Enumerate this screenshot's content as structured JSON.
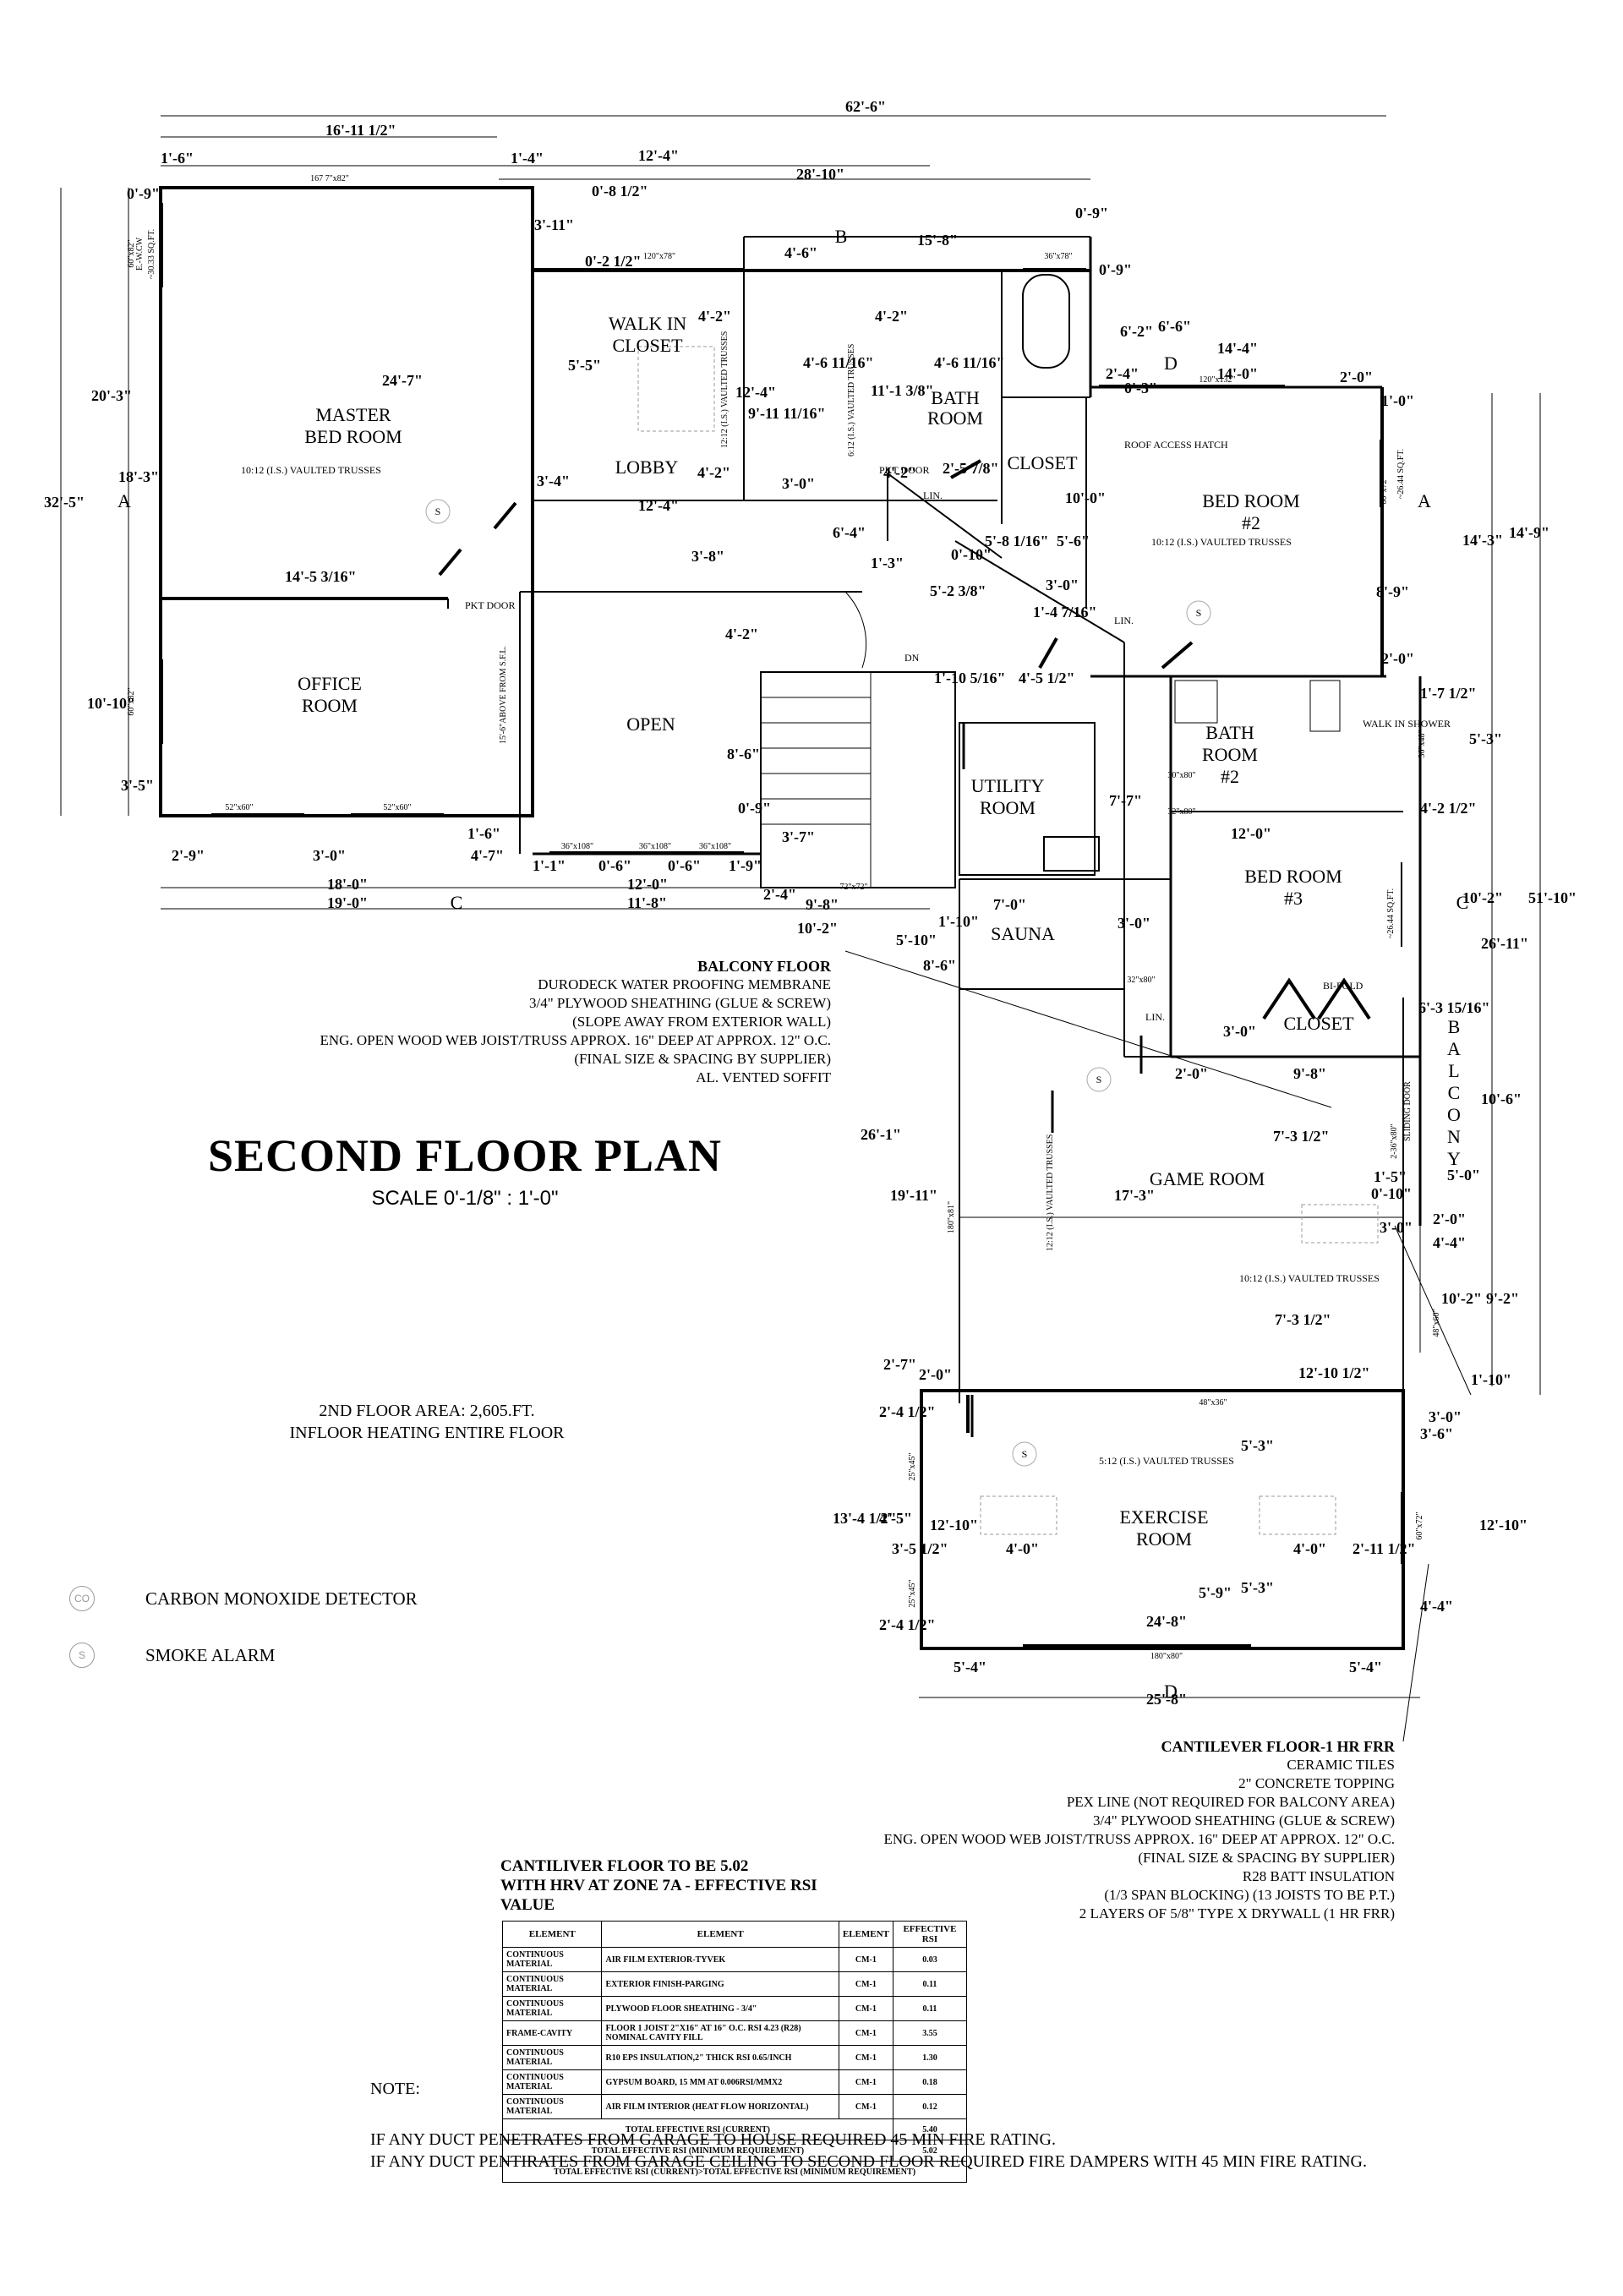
{
  "sheet": {
    "title": "SECOND FLOOR PLAN",
    "scale": "SCALE  0'-1/8\" : 1'-0\""
  },
  "rooms": {
    "master": [
      "MASTER",
      "BED ROOM"
    ],
    "walk_in_closet": [
      "WALK IN",
      "CLOSET"
    ],
    "lobby": "LOBBY",
    "bath": [
      "BATH",
      "ROOM"
    ],
    "closet_1": "CLOSET",
    "bed2": [
      "BED ROOM",
      "#2"
    ],
    "office": [
      "OFFICE",
      "ROOM"
    ],
    "open": "OPEN",
    "utility": [
      "UTILITY",
      "ROOM"
    ],
    "bath2": [
      "BATH",
      "ROOM",
      "#2"
    ],
    "bed3": [
      "BED ROOM",
      "#3"
    ],
    "sauna": "SAUNA",
    "closet_2": "CLOSET",
    "balcony": [
      "B",
      "A",
      "L",
      "C",
      "O",
      "N",
      "Y"
    ],
    "game": "GAME ROOM",
    "exercise": [
      "EXERCISE",
      "ROOM"
    ]
  },
  "section_markers": {
    "a": "A",
    "b": "B",
    "c": "C",
    "d": "D"
  },
  "annotations": {
    "roof_access": "ROOF ACCESS HATCH",
    "vaulted_10_12": "10:12 (I.S.) VAULTED TRUSSES",
    "vaulted_12_12": "12:12 (I.S.) VAULTED TRUSSES",
    "vaulted_6_12": "6:12 (I.S.) VAULTED TRUSSES",
    "vaulted_5_12": "5:12 (I.S.) VAULTED TRUSSES",
    "pkt_door": "PKT DOOR",
    "walk_in_shower": "WALK IN SHOWER",
    "sliding_door": "SLIDING DOOR",
    "bi_fold": "BI-FOLD",
    "lin": "LIN.",
    "dn": "DN",
    "above_sfl": "15'-6\"ABOVE FROM S.F.L.",
    "egress_master": "E.-W.CW",
    "sqft_master": "~30.33 SQ.FT.",
    "sqft_bed2": "~26.44 SQ.FT.",
    "sqft_bed3": "~26.44 SQ.FT."
  },
  "windows": {
    "w1": "167 7\"x82\"",
    "w2": "120\"x78\"",
    "w3": "36\"x78\"",
    "w4": "120\"x132\"",
    "w5": "60\"x82\"",
    "w6": "60\"x82\"",
    "w7": "52\"x60\"",
    "w8": "52\"x60\"",
    "w9": "36\"x108\"",
    "w10": "36\"x108\"",
    "w11": "36\"x108\"",
    "w12": "48\"x36\"",
    "w13": "180\"x80\"",
    "w14": "60\"x72\"",
    "w15": "48\"x60\"",
    "w16": "72\"x72\"",
    "w17": "36\"x48\"",
    "w18": "60\"x72\"",
    "w19": "25\"x45\"",
    "w20": "25\"x45\"",
    "w21": "180\"x81\"",
    "w22": "2-36\"x80\"",
    "w23": "32\"x80\"",
    "w24": "30\"x80\""
  },
  "dimensions": {
    "d62_6": "62'-6\"",
    "d16_11": "16'-11 1/2\"",
    "d1_6a": "1'-6\"",
    "d1_4": "1'-4\"",
    "d12_4a": "12'-4\"",
    "d28_10": "28'-10\"",
    "d0_9a": "0'-9\"",
    "d0_8": "0'-8 1/2\"",
    "d3_11": "3'-11\"",
    "d0_2": "0'-2 1/2\"",
    "d4_6": "4'-6\"",
    "d15_8": "15'-8\"",
    "d0_9b": "0'-9\"",
    "d0_9c": "0'-9\"",
    "d4_2a": "4'-2\"",
    "d4_2b": "4'-2\"",
    "d5_5": "5'-5\"",
    "d24_7": "24'-7\"",
    "d20_3": "20'-3\"",
    "d18_3": "18'-3\"",
    "d32_5": "32'-5\"",
    "d12_4b": "12'-4\"",
    "d9_11": "9'-11 11/16\"",
    "d4_6_11a": "4'-6 11/16\"",
    "d4_6_11b": "4'-6 11/16\"",
    "d11_1": "11'-1 3/8\"",
    "d6_2": "6'-2\"",
    "d6_6": "6'-6\"",
    "d14_4": "14'-4\"",
    "d2_4": "2'-4\"",
    "d0_3": "0'-3\"",
    "d14_0": "14'-0\"",
    "d2_0a": "2'-0\"",
    "d1_0": "1'-0\"",
    "d3_4": "3'-4\"",
    "d4_2c": "4'-2\"",
    "d12_4c": "12'-4\"",
    "d3_0a": "3'-0\"",
    "d4_2d": "4'-2\"",
    "d2_5": "2'-5 7/8\"",
    "d10_0": "10'-0\"",
    "d6_4": "6'-4\"",
    "d3_8": "3'-8\"",
    "d1_3": "1'-3\"",
    "d5_8": "5'-8 1/16\"",
    "d0_10a": "0'-10\"",
    "d5_6": "5'-6\"",
    "d14_5": "14'-5 3/16\"",
    "d5_2": "5'-2 3/8\"",
    "d3_0b": "3'-0\"",
    "d1_4_7": "1'-4 7/16\"",
    "d8_9": "8'-9\"",
    "d14_3": "14'-3\"",
    "d14_9": "14'-9\"",
    "d2_0b": "2'-0\"",
    "d4_2e": "4'-2\"",
    "d1_10_5": "1'-10 5/16\"",
    "d4_5": "4'-5 1/2\"",
    "d1_7": "1'-7 1/2\"",
    "d10_10": "10'-10\"",
    "d8_6a": "8'-6\"",
    "d5_3a": "5'-3\"",
    "d7_7": "7'-7\"",
    "d0_9d": "0'-9\"",
    "d4_2f": "4'-2 1/2\"",
    "d3_5a": "3'-5\"",
    "d1_6b": "1'-6\"",
    "d3_7": "3'-7\"",
    "d12_0a": "12'-0\"",
    "d2_9": "2'-9\"",
    "d3_0c": "3'-0\"",
    "d4_7": "4'-7\"",
    "d1_1": "1'-1\"",
    "d0_6a": "0'-6\"",
    "d0_6b": "0'-6\"",
    "d1_9": "1'-9\"",
    "d18_0": "18'-0\"",
    "d12_0b": "12'-0\"",
    "d2_4b": "2'-4\"",
    "d9_8a": "9'-8\"",
    "d19_0": "19'-0\"",
    "d11_8": "11'-8\"",
    "d10_2a": "10'-2\"",
    "d1_10a": "1'-10\"",
    "d7_0": "7'-0\"",
    "d5_10": "5'-10\"",
    "d3_0d": "3'-0\"",
    "d10_2b": "10'-2\"",
    "d26_11": "26'-11\"",
    "d51_10": "51'-10\"",
    "d8_6b": "8'-6\"",
    "d6_3": "6'-3 15/16\"",
    "d3_0e": "3'-0\"",
    "d2_0c": "2'-0\"",
    "d9_8b": "9'-8\"",
    "d10_6": "10'-6\"",
    "d26_1": "26'-1\"",
    "d7_3a": "7'-3 1/2\"",
    "d1_5": "1'-5\"",
    "d5_0": "5'-0\"",
    "d0_10b": "0'-10\"",
    "d19_11": "19'-11\"",
    "d17_3": "17'-3\"",
    "d3_0f": "3'-0\"",
    "d2_0d": "2'-0\"",
    "d4_4a": "4'-4\"",
    "d10_2c": "10'-2\"",
    "d9_2": "9'-2\"",
    "d7_3b": "7'-3 1/2\"",
    "d2_7": "2'-7\"",
    "d2_0e": "2'-0\"",
    "d12_10a": "12'-10 1/2\"",
    "d1_10b": "1'-10\"",
    "d2_4c": "2'-4 1/2\"",
    "d3_0g": "3'-0\"",
    "d3_6": "3'-6\"",
    "d5_3b": "5'-3\"",
    "d13_4": "13'-4 1/2\"",
    "d4_5b": "4'-5\"",
    "d12_10b": "12'-10\"",
    "d3_5b": "3'-5 1/2\"",
    "d4_0a": "4'-0\"",
    "d4_0b": "4'-0\"",
    "d2_11": "2'-11 1/2\"",
    "d12_10c": "12'-10\"",
    "d5_9": "5'-9\"",
    "d5_3c": "5'-3\"",
    "d2_4d": "2'-4 1/2\"",
    "d24_8": "24'-8\"",
    "d4_4b": "4'-4\"",
    "d5_4a": "5'-4\"",
    "d5_4b": "5'-4\"",
    "d25_8": "25'-8\""
  },
  "balcony_floor": {
    "title": "BALCONY FLOOR",
    "lines": [
      "DURODECK WATER PROOFING MEMBRANE",
      "3/4\" PLYWOOD SHEATHING (GLUE & SCREW)",
      "(SLOPE AWAY FROM EXTERIOR WALL)",
      "ENG. OPEN WOOD WEB JOIST/TRUSS APPROX. 16\" DEEP AT APPROX. 12\" O.C.",
      "(FINAL SIZE & SPACING BY SUPPLIER)",
      "AL. VENTED SOFFIT"
    ]
  },
  "area_notes": [
    "2ND FLOOR AREA: 2,605.FT.",
    "INFLOOR HEATING ENTIRE FLOOR"
  ],
  "legend": {
    "co_symbol": "CO",
    "co_label": "CARBON MONOXIDE DETECTOR",
    "smoke_symbol": "S",
    "smoke_label": "SMOKE ALARM"
  },
  "cantilever_floor": {
    "title": "CANTILEVER FLOOR-1 HR FRR",
    "lines": [
      "CERAMIC TILES",
      "2\" CONCRETE TOPPING",
      "PEX LINE (NOT REQUIRED FOR BALCONY AREA)",
      "3/4\" PLYWOOD SHEATHING (GLUE & SCREW)",
      "ENG. OPEN WOOD WEB JOIST/TRUSS APPROX. 16\" DEEP AT APPROX. 12\" O.C.",
      "(FINAL SIZE & SPACING BY SUPPLIER)",
      "R28 BATT INSULATION",
      "(1/3 SPAN BLOCKING) (13 JOISTS TO BE P.T.)",
      "2 LAYERS OF 5/8\" TYPE X DRYWALL (1 HR FRR)"
    ]
  },
  "rsi": {
    "heading": [
      "CANTILIVER FLOOR TO BE 5.02",
      "WITH HRV AT ZONE 7A - EFFECTIVE RSI VALUE"
    ],
    "headers": [
      "ELEMENT",
      "ELEMENT",
      "ELEMENT",
      "EFFECTIVE RSI"
    ],
    "rows": [
      [
        "CONTINUOUS MATERIAL",
        "AIR FILM EXTERIOR-TYVEK",
        "CM-1",
        "0.03"
      ],
      [
        "CONTINUOUS MATERIAL",
        "EXTERIOR FINISH-PARGING",
        "CM-1",
        "0.11"
      ],
      [
        "CONTINUOUS MATERIAL",
        "PLYWOOD FLOOR SHEATHING - 3/4\"",
        "CM-1",
        "0.11"
      ],
      [
        "FRAME-CAVITY",
        "FLOOR 1 JOIST 2\"X16\" AT 16\" O.C. RSI 4.23 (R28) NOMINAL CAVITY FILL",
        "CM-1",
        "3.55"
      ],
      [
        "CONTINUOUS MATERIAL",
        "R10 EPS INSULATION,2\" THICK RSI 0.65/INCH",
        "CM-1",
        "1.30"
      ],
      [
        "CONTINUOUS MATERIAL",
        "GYPSUM BOARD, 15 MM AT 0.006RSI/MMX2",
        "CM-1",
        "0.18"
      ],
      [
        "CONTINUOUS MATERIAL",
        "AIR FILM INTERIOR (HEAT FLOW HORIZONTAL)",
        "CM-1",
        "0.12"
      ]
    ],
    "total_current_label": "TOTAL EFFECTIVE RSI (CURRENT)",
    "total_current": "5.40",
    "total_min_label": "TOTAL EFFECTIVE RSI (MINIMUM REQUIREMENT)",
    "total_min": "5.02",
    "comparison": "TOTAL EFFECTIVE RSI (CURRENT)>TOTAL EFFECTIVE RSI (MINIMUM REQUIREMENT)"
  },
  "general_notes": {
    "heading": "NOTE:",
    "lines": [
      "IF ANY DUCT PENETRATES FROM GARAGE TO HOUSE REQUIRED 45 MIN FIRE RATING.",
      "IF ANY DUCT PENTIRATES FROM GARAGE CEILING TO SECOND FLOOR REQUIRED FIRE DAMPERS WITH 45 MIN FIRE RATING."
    ]
  }
}
